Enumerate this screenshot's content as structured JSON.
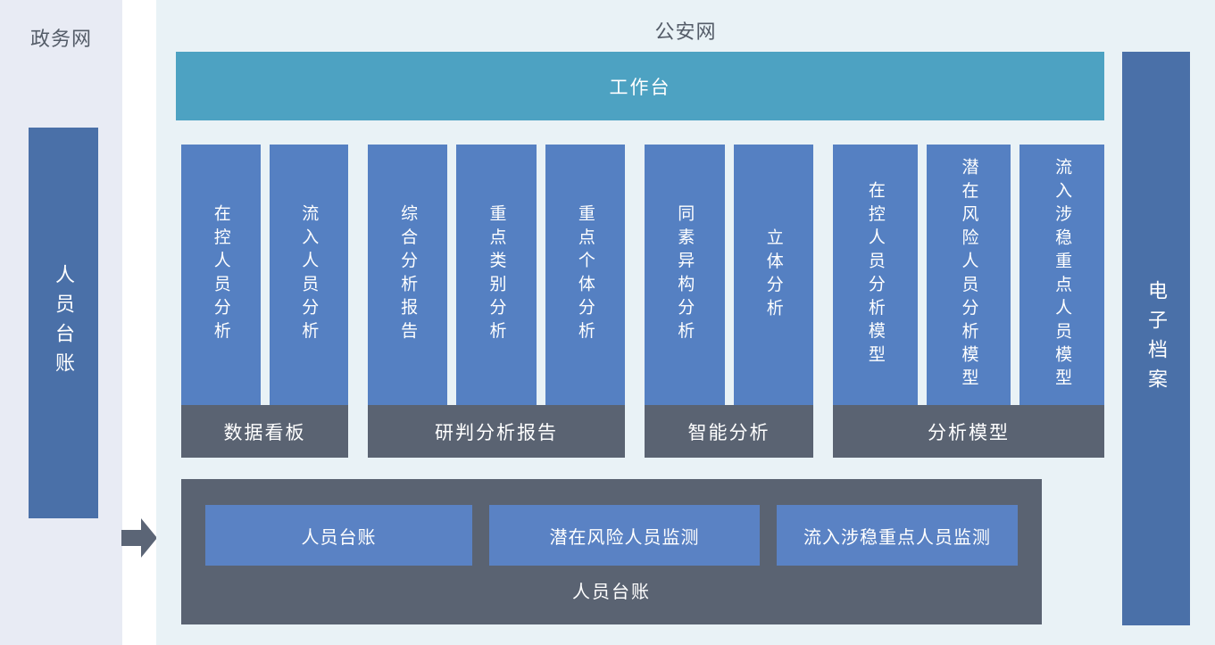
{
  "left_zone": {
    "title": "政务网",
    "bar_label": "人员台账"
  },
  "main_zone": {
    "title": "公安网",
    "workbench_label": "工作台",
    "groups": [
      {
        "label": "数据看板",
        "columns": [
          "在控人员分析",
          "流入人员分析"
        ]
      },
      {
        "label": "研判分析报告",
        "columns": [
          "综合分析报告",
          "重点类别分析",
          "重点个体分析"
        ]
      },
      {
        "label": "智能分析",
        "columns": [
          "同素异构分析",
          "立体分析"
        ]
      },
      {
        "label": "分析模型",
        "columns": [
          "在控人员分析模型",
          "潜在风险人员分析模型",
          "流入涉稳重点人员模型"
        ]
      }
    ],
    "bottom_panel": {
      "buttons": [
        "人员台账",
        "潜在风险人员监测",
        "流入涉稳重点人员监测"
      ],
      "label": "人员台账"
    },
    "archive_bar_label": "电子档案"
  },
  "icons": {
    "flow_arrow": "right-arrow"
  },
  "colors": {
    "left_panel_bg": "#e8ebf4",
    "main_panel_bg": "#e9f2f6",
    "outer_bar_blue": "#4a70a8",
    "column_blue": "#5580c2",
    "button_blue": "#5a82c4",
    "workbench_teal": "#4da2c2",
    "slate_gray": "#5a6372",
    "title_text": "#545c68",
    "bar_text": "#ffffff"
  }
}
